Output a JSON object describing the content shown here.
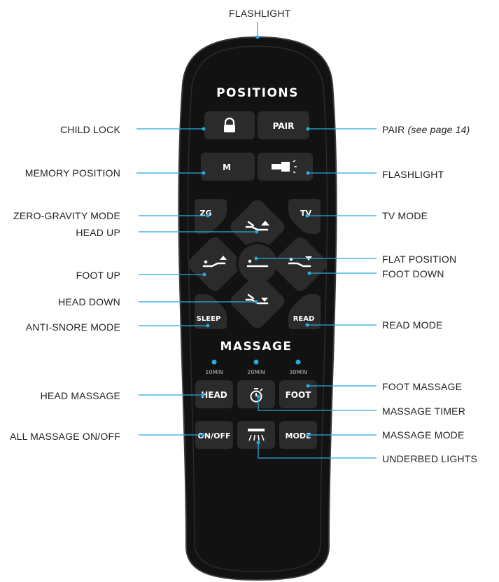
{
  "remote": {
    "positions_title": "POSITIONS",
    "massage_title": "MASSAGE",
    "buttons": {
      "pair": "PAIR",
      "memory": "M",
      "zero_gravity": "ZG",
      "tv": "TV",
      "sleep": "SLEEP",
      "read": "READ",
      "head_massage": "HEAD",
      "foot_massage": "FOOT",
      "all_massage": "ON/OFF",
      "massage_mode": "MODE"
    },
    "timer_labels": [
      "10MIN",
      "20MIN",
      "30MIN"
    ]
  },
  "callouts": {
    "flashlight_top": "FLASHLIGHT",
    "child_lock": "CHILD LOCK",
    "memory_position": "MEMORY POSITION",
    "zero_gravity_mode": "ZERO-GRAVITY MODE",
    "head_up": "HEAD UP",
    "foot_up": "FOOT UP",
    "head_down": "HEAD DOWN",
    "anti_snore_mode": "ANTI-SNORE MODE",
    "head_massage": "HEAD MASSAGE",
    "all_massage": "ALL MASSAGE ON/OFF",
    "pair": "PAIR",
    "pair_note": "(see page 14)",
    "flashlight_right": "FLASHLIGHT",
    "tv_mode": "TV MODE",
    "flat_position": "FLAT POSITION",
    "foot_down": "FOOT DOWN",
    "read_mode": "READ MODE",
    "foot_massage": "FOOT MASSAGE",
    "massage_timer": "MASSAGE TIMER",
    "massage_mode": "MASSAGE MODE",
    "underbed_lights": "UNDERBED LIGHTS"
  },
  "colors": {
    "remote_body": "#111111",
    "button": "#2b2b2b",
    "leader_line": "#29a9e0",
    "label_text": "#222222"
  },
  "icons": {
    "child_lock": "lock-icon",
    "flashlight": "flashlight-icon",
    "head_up": "head-up-icon",
    "head_down": "head-down-icon",
    "foot_up": "foot-up-icon",
    "foot_down": "foot-down-icon",
    "flat": "flat-icon",
    "timer": "stopwatch-icon",
    "underbed": "underbed-light-icon"
  }
}
